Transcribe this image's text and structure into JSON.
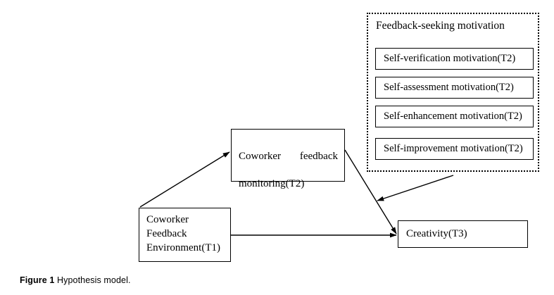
{
  "figure": {
    "caption_label": "Figure 1",
    "caption_text": " Hypothesis model.",
    "line_color": "#000000",
    "background_color": "#ffffff"
  },
  "moderator_panel": {
    "title": "Feedback-seeking motivation",
    "border_style": "dotted",
    "items": [
      {
        "label": "Self-verification motivation(T2)"
      },
      {
        "label": "Self-assessment motivation(T2)"
      },
      {
        "label": "Self-enhancement motivation(T2)"
      },
      {
        "label": "Self-improvement motivation(T2)"
      }
    ]
  },
  "nodes": {
    "monitoring": {
      "line1": "Coworker feedback",
      "line2": "monitoring(T2)"
    },
    "environment": {
      "label": "Coworker\nFeedback\nEnvironment(T1)"
    },
    "creativity": {
      "label": "Creativity(T3)"
    }
  },
  "arrows": [
    {
      "name": "environment-to-monitoring",
      "from": "Coworker Feedback Environment(T1)",
      "to": "Coworker feedback monitoring(T2)",
      "style": "solid"
    },
    {
      "name": "monitoring-to-creativity",
      "from": "Coworker feedback monitoring(T2)",
      "to": "Creativity(T3)",
      "style": "solid"
    },
    {
      "name": "environment-to-creativity",
      "from": "Coworker Feedback Environment(T1)",
      "to": "Creativity(T3)",
      "style": "solid"
    },
    {
      "name": "motivation-moderates-path",
      "from": "Feedback-seeking motivation",
      "to": "monitoring-to-creativity path",
      "style": "solid"
    }
  ]
}
